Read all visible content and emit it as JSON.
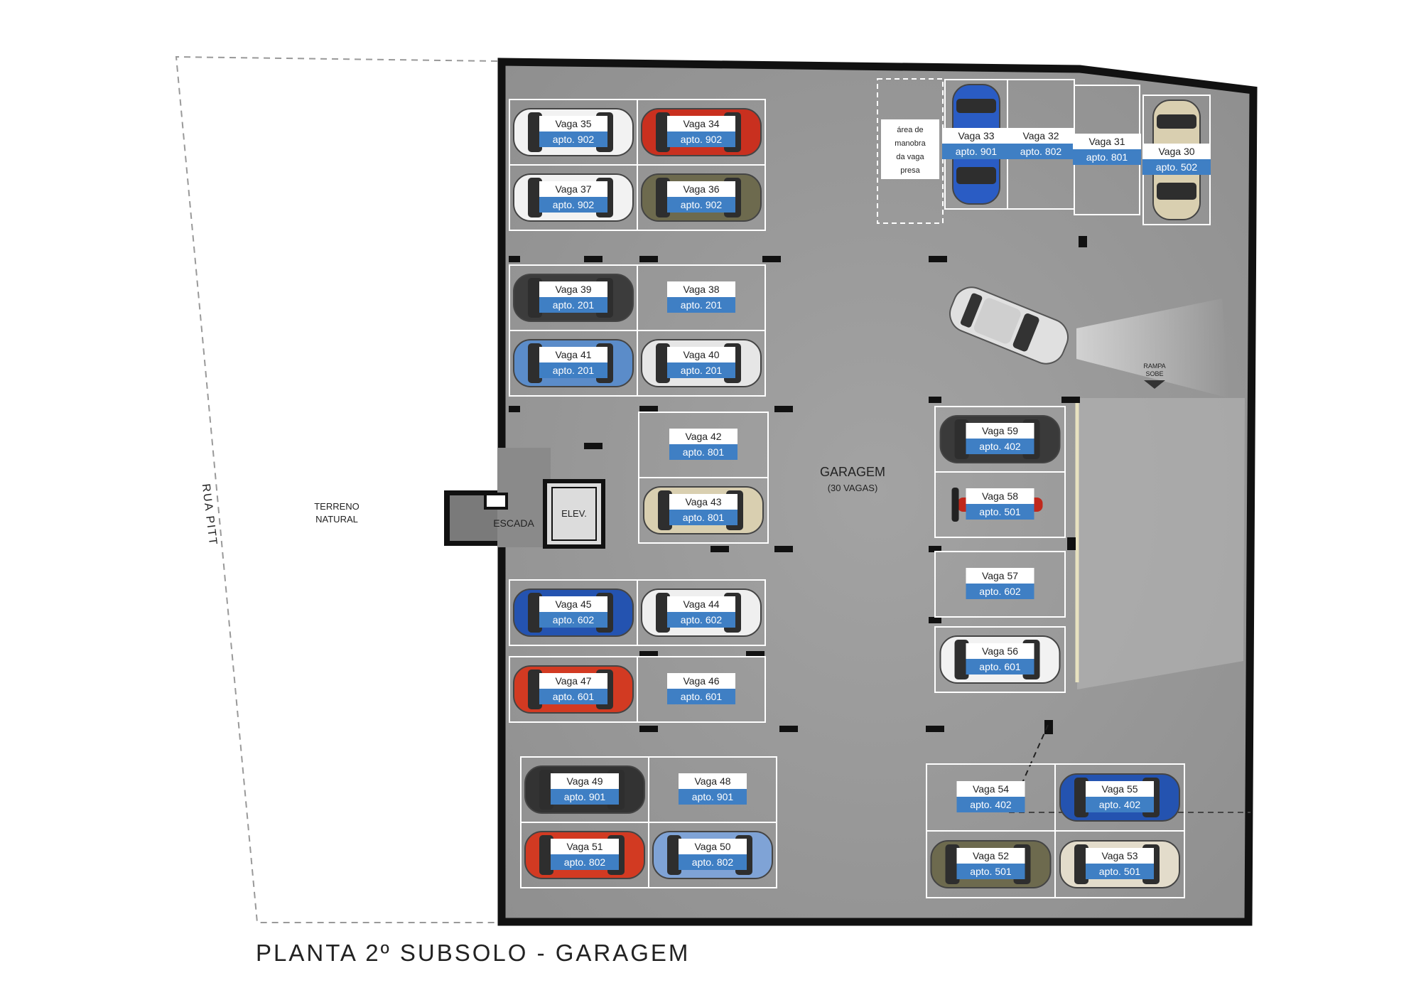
{
  "title": "PLANTA 2º SUBSOLO - GARAGEM",
  "street_label": "RUA PITT",
  "terrain_label": [
    "TERRENO",
    "NATURAL"
  ],
  "garage_label": "GARAGEM",
  "garage_sub": "(30 VAGAS)",
  "stairs_label": "ESCADA",
  "elevator_label": "ELEV.",
  "maneuver_label": [
    "área de",
    "manobra",
    "da vaga",
    "presa"
  ],
  "ramp_label": [
    "RAMPA",
    "SOBE"
  ],
  "colors": {
    "floor": "#9c9c9c",
    "wall": "#111111",
    "slot_line": "#ffffff",
    "apt_badge": "#3f7fc4",
    "vaga_badge": "#ffffff"
  },
  "spots": [
    {
      "vaga": "Vaga 35",
      "apto": "apto. 902",
      "car": "#f2f2f2"
    },
    {
      "vaga": "Vaga 34",
      "apto": "apto. 902",
      "car": "#c9301f"
    },
    {
      "vaga": "Vaga 37",
      "apto": "apto. 902",
      "car": "#f2f2f2"
    },
    {
      "vaga": "Vaga 36",
      "apto": "apto. 902",
      "car": "#6d6a4e"
    },
    {
      "vaga": "Vaga 39",
      "apto": "apto. 201",
      "car": "#3c3c3c"
    },
    {
      "vaga": "Vaga 38",
      "apto": "apto. 201",
      "car": null
    },
    {
      "vaga": "Vaga 41",
      "apto": "apto. 201",
      "car": "#5b8cc9"
    },
    {
      "vaga": "Vaga 40",
      "apto": "apto. 201",
      "car": "#e6e6e6"
    },
    {
      "vaga": "Vaga 42",
      "apto": "apto. 801",
      "car": null
    },
    {
      "vaga": "Vaga 43",
      "apto": "apto. 801",
      "car": "#d9cfb0"
    },
    {
      "vaga": "Vaga 45",
      "apto": "apto. 602",
      "car": "#2453b0"
    },
    {
      "vaga": "Vaga 44",
      "apto": "apto. 602",
      "car": "#efefef"
    },
    {
      "vaga": "Vaga 47",
      "apto": "apto. 601",
      "car": "#d23a22"
    },
    {
      "vaga": "Vaga 46",
      "apto": "apto. 601",
      "car": null
    },
    {
      "vaga": "Vaga 49",
      "apto": "apto. 901",
      "car": "#333333"
    },
    {
      "vaga": "Vaga 48",
      "apto": "apto. 901",
      "car": null
    },
    {
      "vaga": "Vaga 51",
      "apto": "apto. 802",
      "car": "#d23a22"
    },
    {
      "vaga": "Vaga 50",
      "apto": "apto. 802",
      "car": "#7fa3d6"
    },
    {
      "vaga": "Vaga 33",
      "apto": "apto. 901",
      "car": "#2a5cc4"
    },
    {
      "vaga": "Vaga 32",
      "apto": "apto. 802",
      "car": null
    },
    {
      "vaga": "Vaga 31",
      "apto": "apto. 801",
      "car": null
    },
    {
      "vaga": "Vaga 30",
      "apto": "apto. 502",
      "car": "#d9cfb0"
    },
    {
      "vaga": "Vaga 59",
      "apto": "apto. 402",
      "car": "#3a3a3a"
    },
    {
      "vaga": "Vaga 58",
      "apto": "apto. 501",
      "car": "moto"
    },
    {
      "vaga": "Vaga 57",
      "apto": "apto. 602",
      "car": null
    },
    {
      "vaga": "Vaga 56",
      "apto": "apto. 601",
      "car": "#f2f2f2"
    },
    {
      "vaga": "Vaga 54",
      "apto": "apto. 402",
      "car": null
    },
    {
      "vaga": "Vaga 55",
      "apto": "apto. 402",
      "car": "#2453b0"
    },
    {
      "vaga": "Vaga 52",
      "apto": "apto. 501",
      "car": "#6d6a4e"
    },
    {
      "vaga": "Vaga 53",
      "apto": "apto. 501",
      "car": "#e3dccb"
    }
  ]
}
